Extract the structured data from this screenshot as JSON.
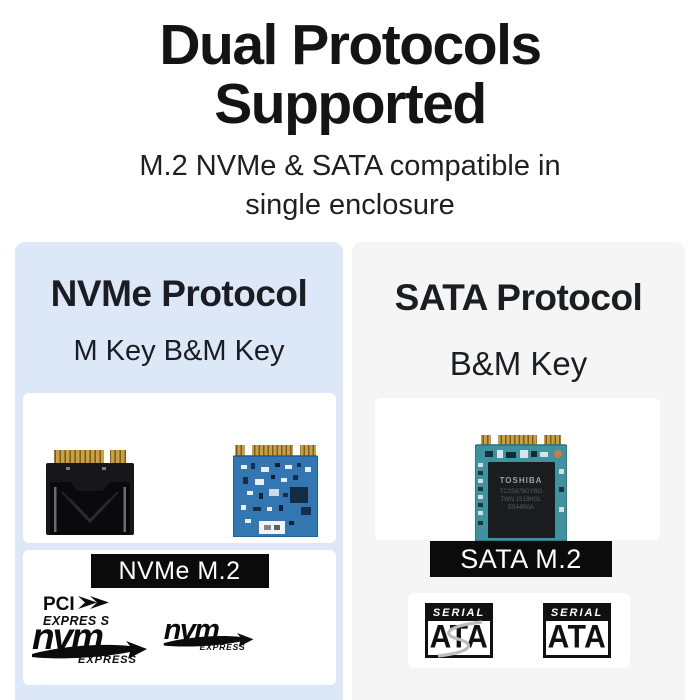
{
  "header": {
    "title_line1": "Dual Protocols",
    "title_line2": "Supported",
    "subtitle": "M.2 NVMe & SATA compatible in single enclosure"
  },
  "nvme_panel": {
    "title": "NVMe Protocol",
    "key_label": "M Key B&M Key",
    "badge_label": "NVMe M.2",
    "logos": {
      "pci_word": "PCI",
      "pci_express": "EXPRES S",
      "nvm_word": "nvm",
      "nvm_express": "EXPRESS"
    }
  },
  "sata_panel": {
    "title": "SATA Protocol",
    "key_label": "B&M Key",
    "badge_label": "SATA M.2",
    "chip": {
      "brand": "TOSHIBA",
      "line1": "TC3S879GYBG",
      "line2": "TWN 1513HGL",
      "line3": "E544R0A"
    },
    "logos": {
      "serial_label": "SERIAL",
      "ata_label": "ATA"
    }
  },
  "colors": {
    "nvme_panel_bg": "#dce7f8",
    "sata_panel_bg": "#f5f5f6",
    "badge_bg": "#0b0b0b",
    "title_text": "#141414",
    "ssd_pcb_blue": "#3277b2",
    "ssd_pcb_teal": "#40929e",
    "connector_gold": "#c9a043"
  }
}
